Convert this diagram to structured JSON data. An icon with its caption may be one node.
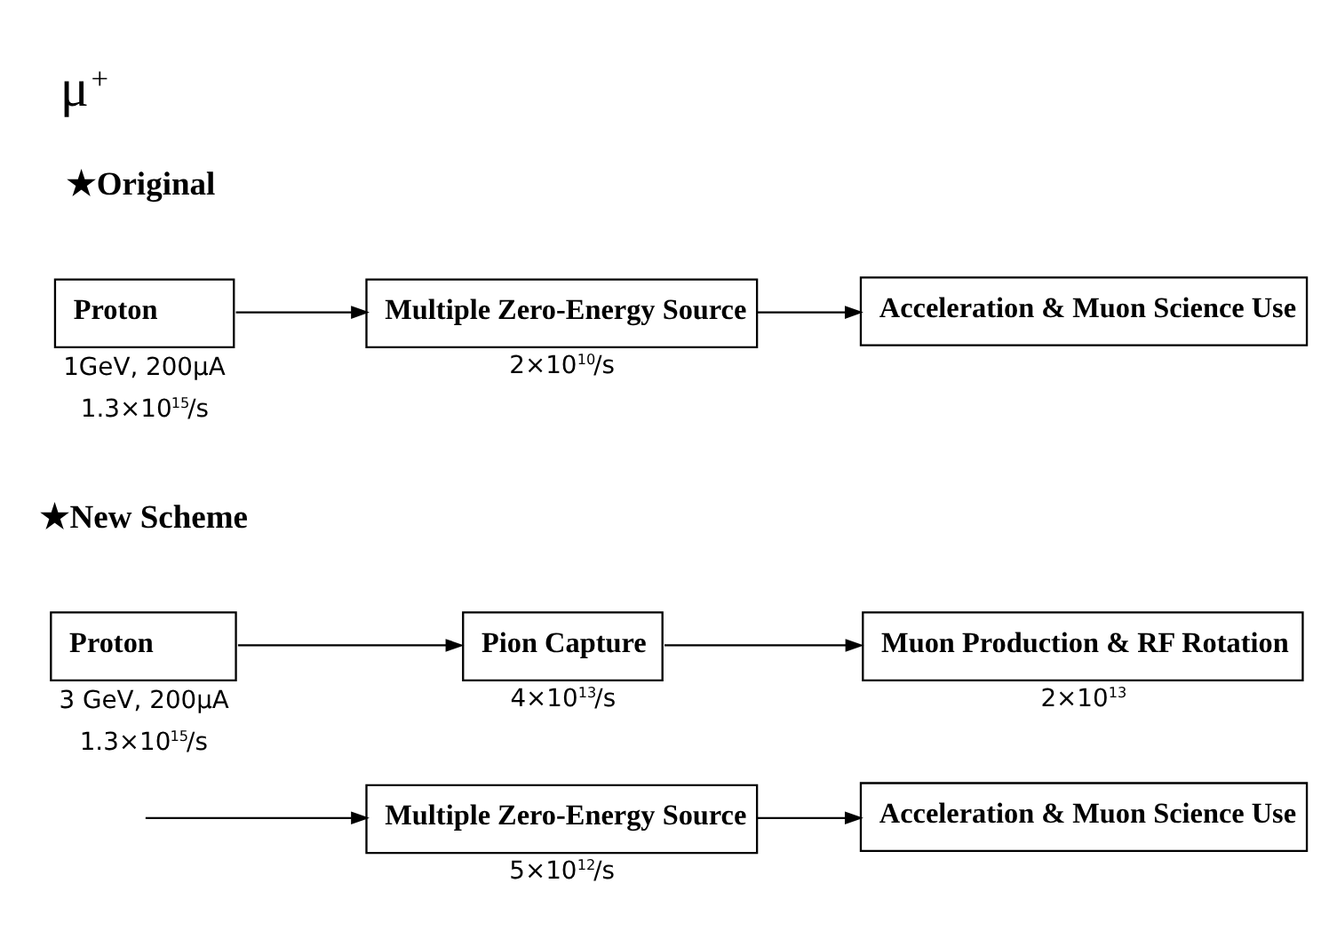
{
  "diagram": {
    "title": "μ$^{+}$",
    "nodes": [
      {
        "text": [
          "Proton"
        ],
        "beside": [
          "1GeV, 200μA",
          "1.3×10$^{15}$/s"
        ]
      },
      {
        "text": [
          "Multiple Zero-Energy Source"
        ],
        "beside": [
          "2×10$^{10}$/s"
        ]
      },
      {
        "text": [
          "Acceleration & Muon Science Use"
        ]
      },
      {
        "text": [
          "Proton"
        ],
        "beside": [
          "3 GeV, 200μA",
          "1.3×10$^{15}$/s"
        ]
      },
      {
        "text": [
          "Pion Capture"
        ],
        "beside": [
          "4×10$^{13}$/s"
        ]
      },
      {
        "text": [
          "Muon Production & RF Rotation"
        ],
        "beside": [
          "2×10$^{13}$"
        ]
      },
      {
        "text": [
          "Multiple Zero-Energy Source"
        ],
        "beside": [
          "5×10$^{12}$/s"
        ]
      },
      {
        "text": [
          "Acceleration & Muon Science Use"
        ]
      }
    ],
    "edges": [
      {
        "from": 0,
        "to": 1,
        "arrow": "to"
      },
      {
        "from": 1,
        "to": 2,
        "arrow": "to"
      },
      {
        "from": 3,
        "to": 4,
        "arrow": "to"
      },
      {
        "from": 4,
        "to": 5,
        "arrow": "to"
      },
      {
        "from": null,
        "to": 6,
        "arrow": "to"
      },
      {
        "from": 6,
        "to": 7,
        "arrow": "to"
      }
    ],
    "labels": [
      "★Original",
      "★New Scheme"
    ]
  }
}
